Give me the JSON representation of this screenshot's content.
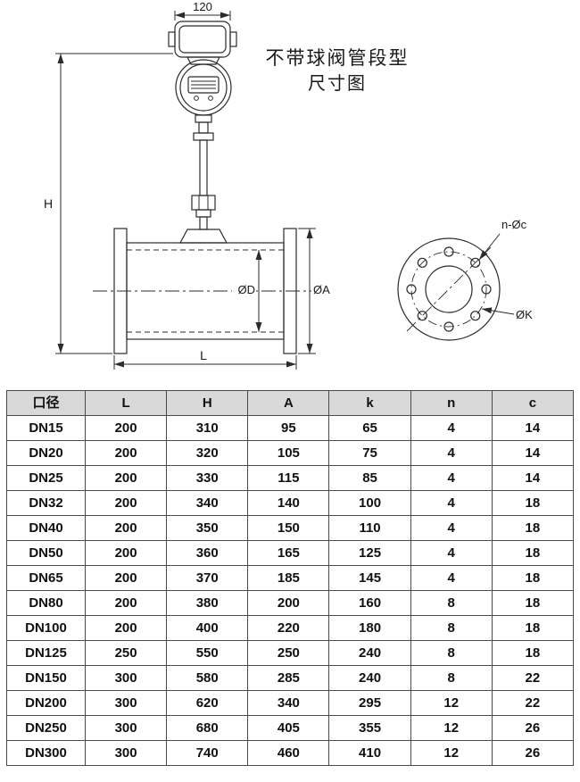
{
  "title": {
    "line1": "不带球阀管段型",
    "line2": "尺寸图"
  },
  "drawing": {
    "top_width_dim": "120",
    "height_dim": "H",
    "bore_dim": "ØD",
    "flange_od_dim": "ØA",
    "length_dim": "L",
    "bolt_holes_label": "n-Øc",
    "bolt_circle_label": "ØK"
  },
  "table": {
    "headers": [
      "口径",
      "L",
      "H",
      "A",
      "k",
      "n",
      "c"
    ],
    "rows": [
      [
        "DN15",
        "200",
        "310",
        "95",
        "65",
        "4",
        "14"
      ],
      [
        "DN20",
        "200",
        "320",
        "105",
        "75",
        "4",
        "14"
      ],
      [
        "DN25",
        "200",
        "330",
        "115",
        "85",
        "4",
        "14"
      ],
      [
        "DN32",
        "200",
        "340",
        "140",
        "100",
        "4",
        "18"
      ],
      [
        "DN40",
        "200",
        "350",
        "150",
        "110",
        "4",
        "18"
      ],
      [
        "DN50",
        "200",
        "360",
        "165",
        "125",
        "4",
        "18"
      ],
      [
        "DN65",
        "200",
        "370",
        "185",
        "145",
        "4",
        "18"
      ],
      [
        "DN80",
        "200",
        "380",
        "200",
        "160",
        "8",
        "18"
      ],
      [
        "DN100",
        "200",
        "400",
        "220",
        "180",
        "8",
        "18"
      ],
      [
        "DN125",
        "250",
        "550",
        "250",
        "240",
        "8",
        "18"
      ],
      [
        "DN150",
        "300",
        "580",
        "285",
        "240",
        "8",
        "22"
      ],
      [
        "DN200",
        "300",
        "620",
        "340",
        "295",
        "12",
        "22"
      ],
      [
        "DN250",
        "300",
        "680",
        "405",
        "355",
        "12",
        "26"
      ],
      [
        "DN300",
        "300",
        "740",
        "460",
        "410",
        "12",
        "26"
      ]
    ]
  },
  "colors": {
    "line": "#2b2b2b",
    "header_bg": "#d9d9d9",
    "table_border": "#4a4a4a",
    "text": "#111111"
  }
}
